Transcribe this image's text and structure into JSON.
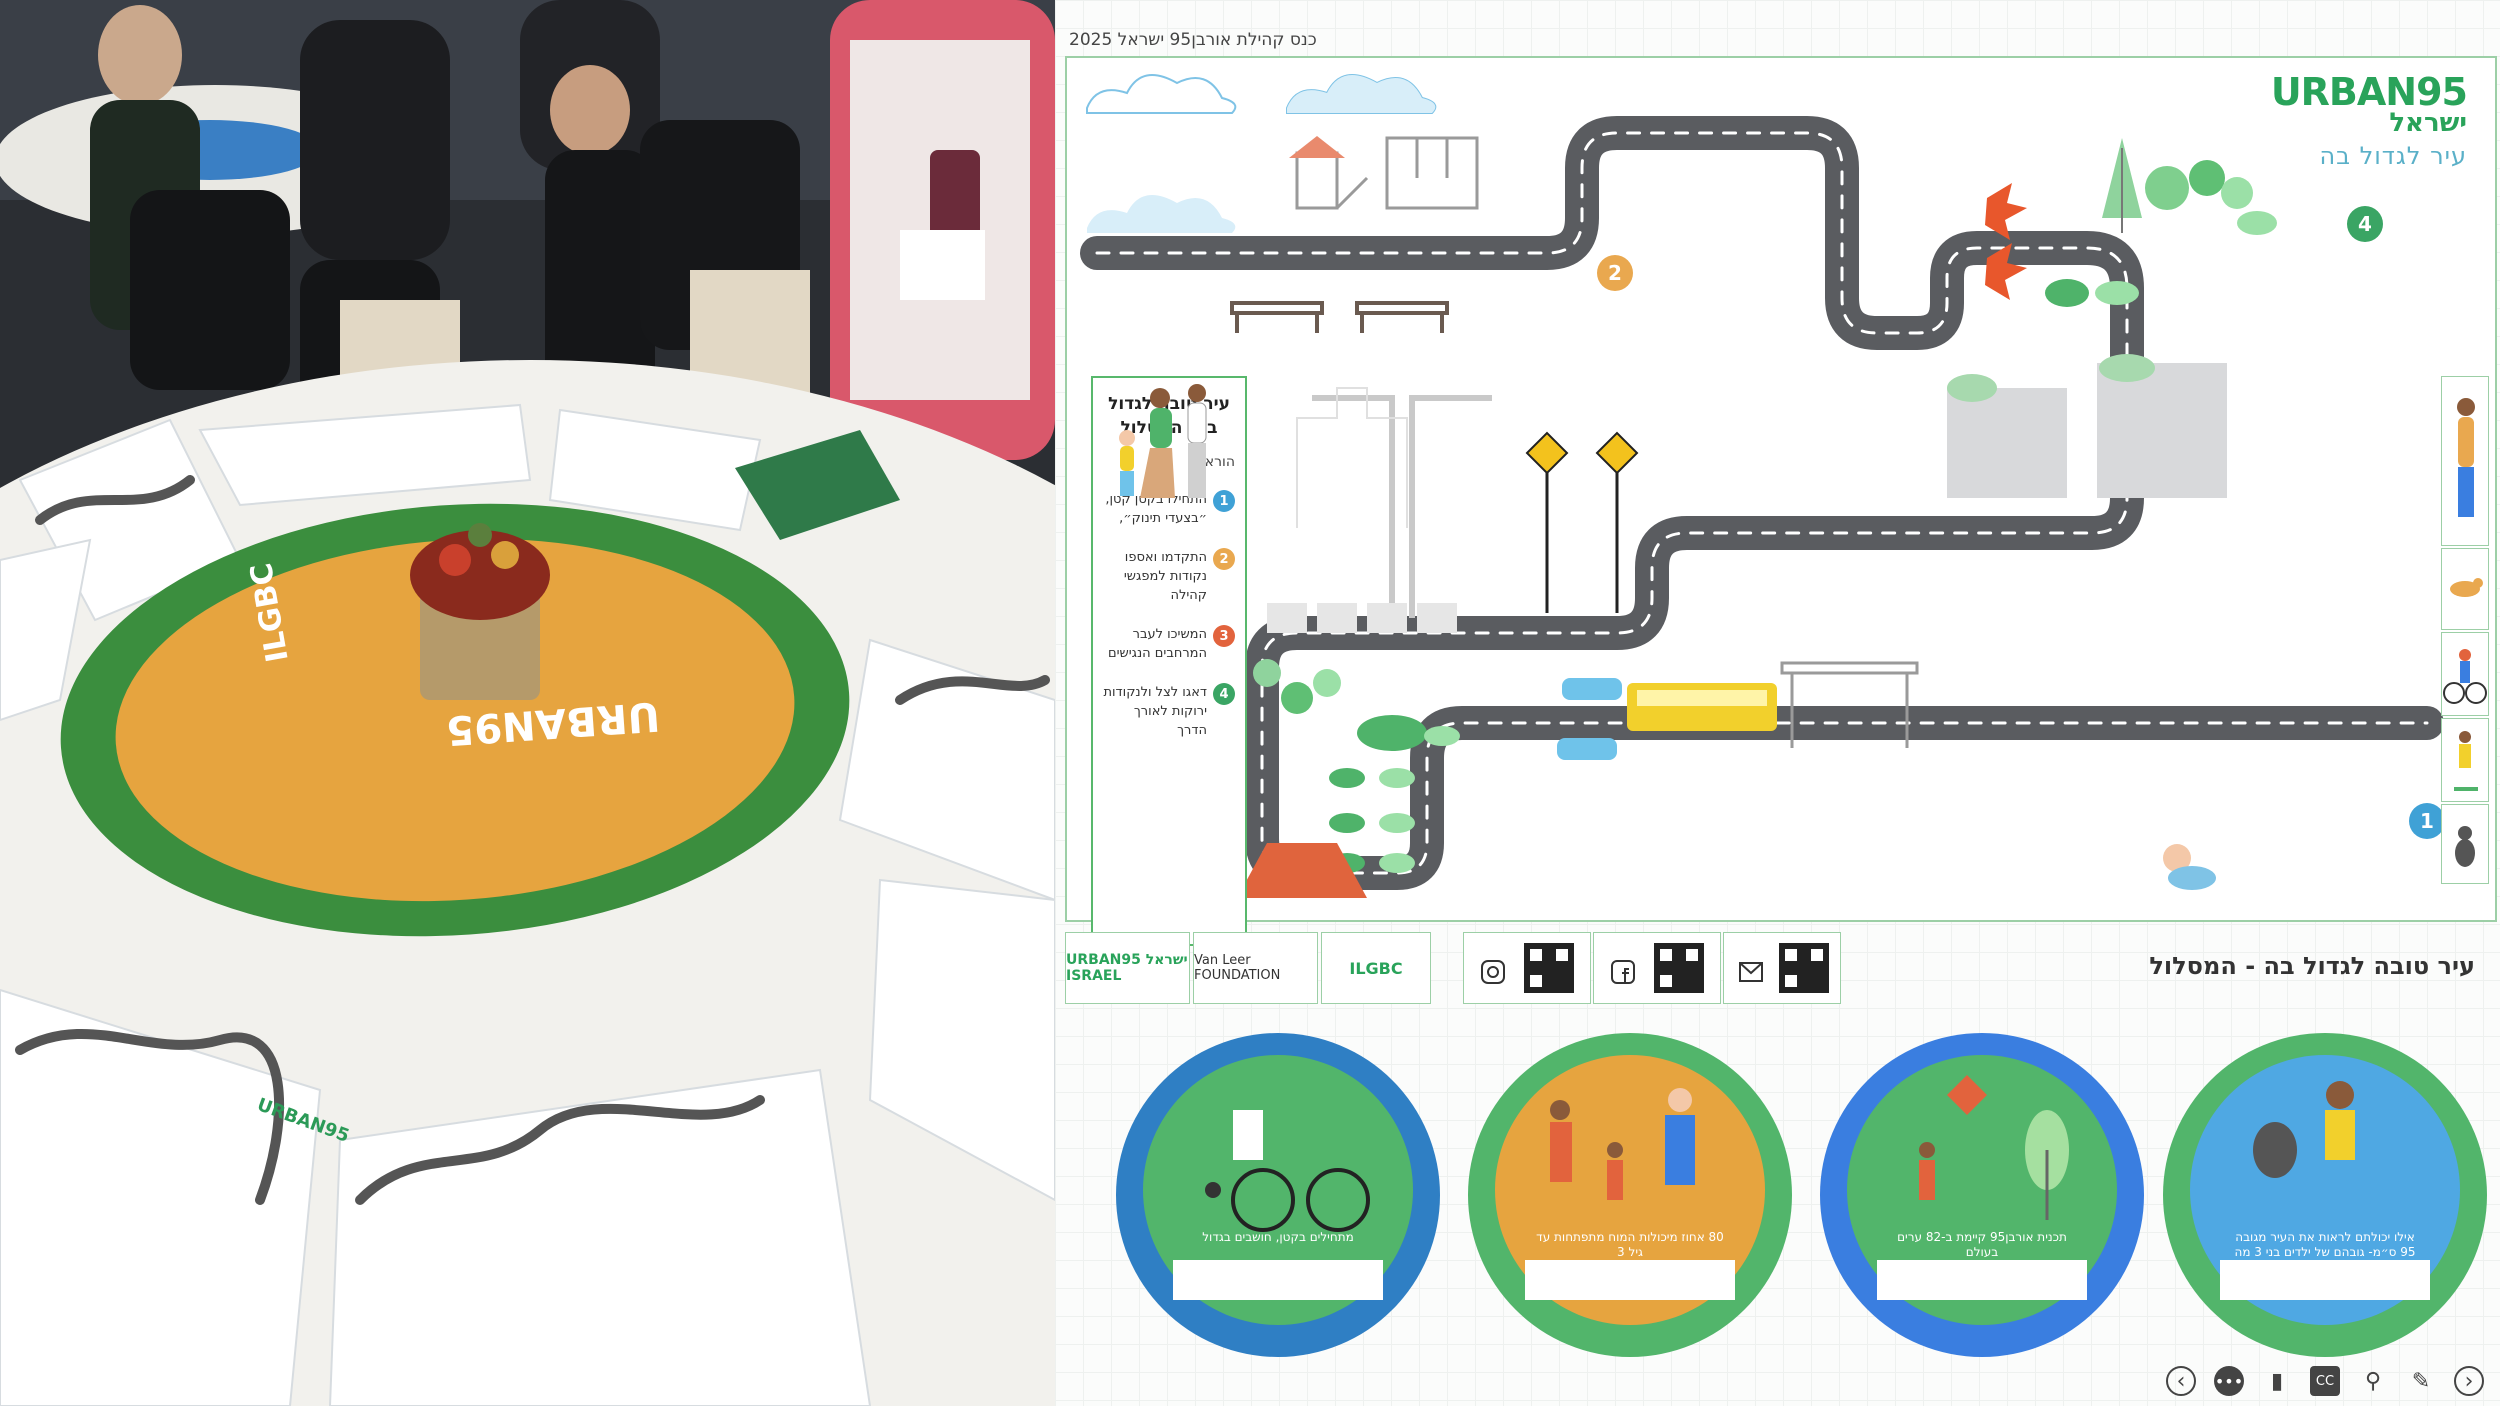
{
  "photo": {
    "tent_card": "URBAN95",
    "board_logo": "URBAN95",
    "board_text": "ILGBC",
    "colors": {
      "board_orange": "#e6a43f",
      "board_green": "#3b8e3e",
      "tablecloth": "#f2f1ed"
    }
  },
  "slide": {
    "event_title": "כנס קהילת אורבן95 ישראל 2025",
    "brand": {
      "logo": "URBAN95",
      "country": "ישראל",
      "tagline": "עיר לגדול בה"
    },
    "instructions": {
      "title": "עיר טובה לגדול בה- המסלול",
      "subtitle": "הוראות:",
      "steps": [
        {
          "num": "1",
          "text": "התחילו בקטן קטן, ״בצעדי תינוק״,",
          "color": "#3fa1d6"
        },
        {
          "num": "2",
          "text": "התקדמו ואספו נקודות למפגשי קהילה",
          "color": "#e9a84f"
        },
        {
          "num": "3",
          "text": "המשיכו לעבר המרחבים הנגישים",
          "color": "#e2633d"
        },
        {
          "num": "4",
          "text": "דאגו לצל ולנקודות ירוקות לאורך הדרך",
          "color": "#3aa564"
        }
      ]
    },
    "route_markers": [
      {
        "num": "1",
        "color": "#3fa1d6"
      },
      {
        "num": "2",
        "color": "#e9a84f"
      },
      {
        "num": "3",
        "color": "#e2633d"
      },
      {
        "num": "4",
        "color": "#3aa564"
      }
    ],
    "footer": {
      "title": "עיר טובה לגדול בה - המסלול",
      "logos": [
        "URBAN95 ישראל ISRAEL",
        "Van Leer FOUNDATION",
        "ILGBC"
      ],
      "social": [
        "instagram-icon",
        "facebook-icon",
        "email-icon"
      ]
    },
    "circles": [
      {
        "caption": "מתחילים בקטן, חושבים בגדול",
        "ring": "#2f7fc4",
        "fill": "#52b56b"
      },
      {
        "caption": "80 אחוז מיכולות המוח מתפתחות עד גיל 3",
        "ring": "#52b56b",
        "fill": "#e6a43f"
      },
      {
        "caption": "תכנית אורבן95 קיימת ב-82 ערים בעולם",
        "ring": "#3a7ee0",
        "fill": "#52b56b"
      },
      {
        "caption": "אילו יכולתם לראות את העיר מגובה 95 ס״מ- גובהם של ילדים בני 3 מה הייתם עושים אחרת?",
        "ring": "#52b56b",
        "fill": "#4fa8e3"
      }
    ],
    "toolbar": [
      "back-icon",
      "more-icon",
      "camera-icon",
      "cc-icon",
      "search-icon",
      "edit-icon",
      "forward-icon"
    ],
    "toolbar_labels": {
      "cc": "CC"
    }
  }
}
